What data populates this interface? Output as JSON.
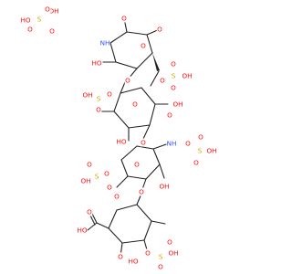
{
  "colors": {
    "bond": "#222222",
    "oxygen": "#ff0d0d",
    "sulfur": "#c8a800",
    "nitrogen": "#3050f8",
    "background": "#ffffff"
  },
  "labels": {
    "oh": "OH",
    "ho": "HO",
    "o": "O",
    "s": "S",
    "nh": "NH",
    "h": "H"
  }
}
